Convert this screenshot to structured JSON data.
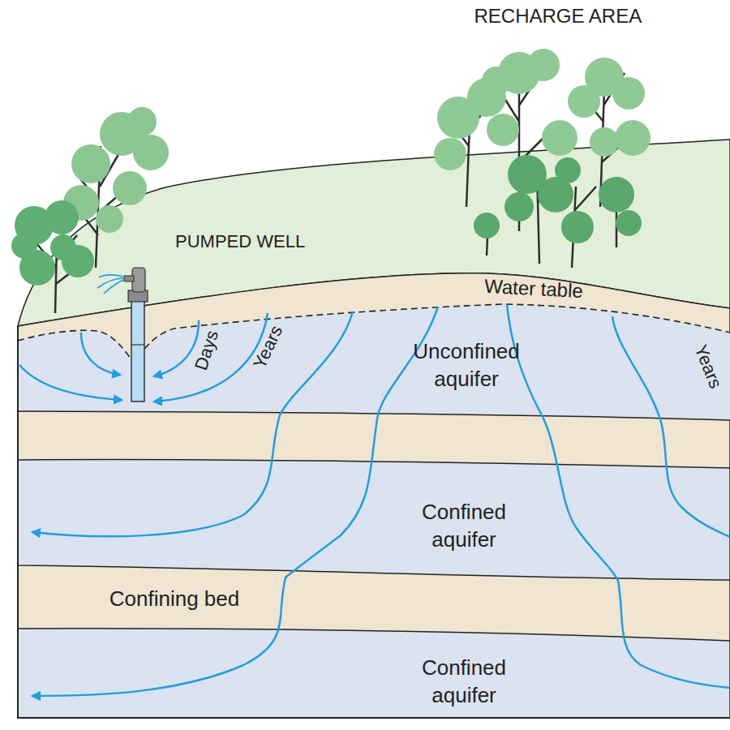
{
  "diagram": {
    "nodes": [
      {
        "text": [
          "Unconfined aquifer"
        ]
      },
      {
        "text": [
          "Confined aquifer"
        ]
      },
      {
        "text": [
          "Confining bed"
        ]
      },
      {
        "text": [
          "Confined aquifer"
        ]
      }
    ],
    "labels": [
      "RECHARGE AREA",
      "PUMPED WELL",
      "Water table",
      "Days",
      "Years",
      "Years"
    ]
  }
}
